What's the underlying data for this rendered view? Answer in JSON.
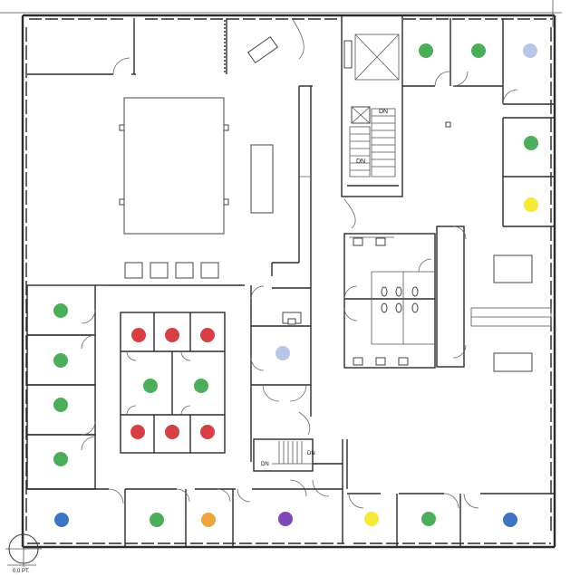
{
  "labels": {
    "stair_dn_1": "DN",
    "stair_dn_2": "DN",
    "stair_dn_3": "DN",
    "stair_dn_4": "DN",
    "origin": "0,0 PT."
  },
  "colors": {
    "green": "#4cae5a",
    "red": "#d64045",
    "blue": "#3f74c4",
    "light_blue": "#b9c7e6",
    "yellow": "#f3ea3a",
    "orange": "#f0a43c",
    "purple": "#7e49b6"
  },
  "markers": [
    {
      "id": "marker-green-top-1",
      "color": "green"
    },
    {
      "id": "marker-green-top-2",
      "color": "green"
    },
    {
      "id": "marker-lightblue-top",
      "color": "light_blue"
    },
    {
      "id": "marker-green-right-1",
      "color": "green"
    },
    {
      "id": "marker-yellow-right",
      "color": "yellow"
    },
    {
      "id": "marker-green-left-1",
      "color": "green"
    },
    {
      "id": "marker-green-left-2",
      "color": "green"
    },
    {
      "id": "marker-green-left-3",
      "color": "green"
    },
    {
      "id": "marker-green-left-4",
      "color": "green"
    },
    {
      "id": "marker-red-1",
      "color": "red"
    },
    {
      "id": "marker-red-2",
      "color": "red"
    },
    {
      "id": "marker-red-3",
      "color": "red"
    },
    {
      "id": "marker-green-center-1",
      "color": "green"
    },
    {
      "id": "marker-green-center-2",
      "color": "green"
    },
    {
      "id": "marker-red-4",
      "color": "red"
    },
    {
      "id": "marker-red-5",
      "color": "red"
    },
    {
      "id": "marker-red-6",
      "color": "red"
    },
    {
      "id": "marker-lightblue-mid",
      "color": "light_blue"
    },
    {
      "id": "marker-blue-bottom-left",
      "color": "blue"
    },
    {
      "id": "marker-green-bottom-1",
      "color": "green"
    },
    {
      "id": "marker-orange-bottom",
      "color": "orange"
    },
    {
      "id": "marker-purple-bottom",
      "color": "purple"
    },
    {
      "id": "marker-yellow-bottom",
      "color": "yellow"
    },
    {
      "id": "marker-green-bottom-2",
      "color": "green"
    },
    {
      "id": "marker-blue-bottom-right",
      "color": "blue"
    }
  ]
}
